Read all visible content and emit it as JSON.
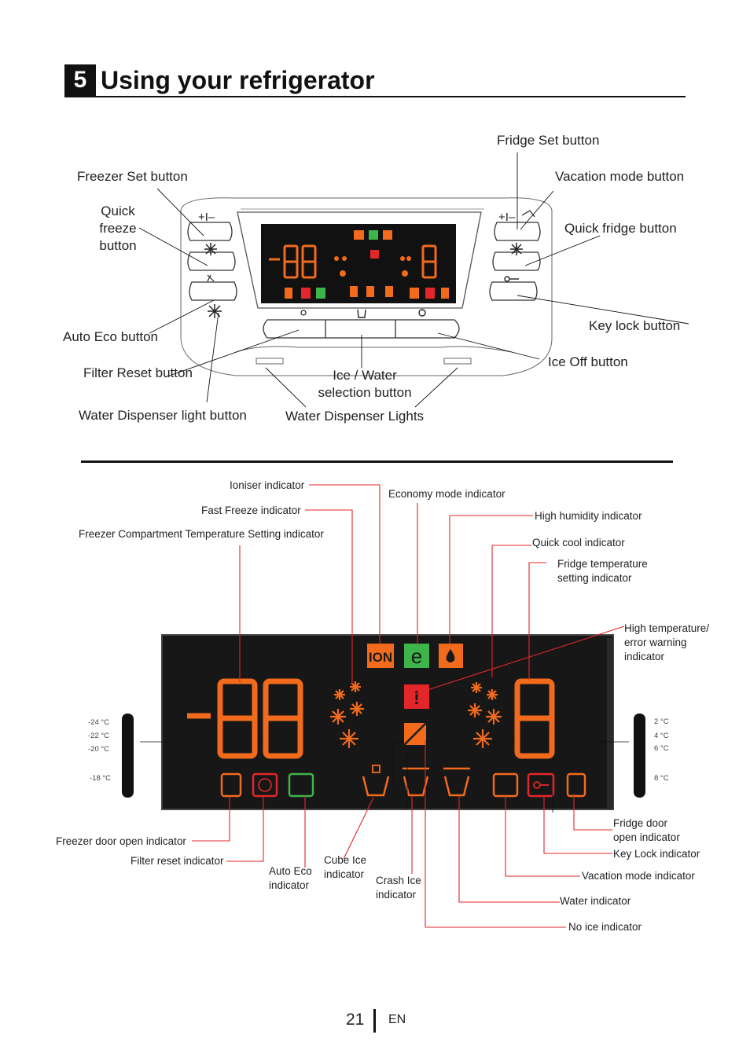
{
  "chapter": {
    "number": "5",
    "title": "Using your refrigerator"
  },
  "panel_labels": {
    "fridge_set": "Fridge Set button",
    "freezer_set": "Freezer Set button",
    "vacation": "Vacation mode button",
    "quick_freeze": "Quick\nfreeze\nbutton",
    "quick_fridge": "Quick fridge button",
    "key_lock": "Key lock button",
    "auto_eco": "Auto Eco button",
    "ice_off": "Ice Off button",
    "filter_reset": "Filter Reset button",
    "ice_water": "Ice / Water\nselection button",
    "water_light": "Water Dispenser light button",
    "water_lights": "Water Dispenser Lights"
  },
  "panel_glyphs": {
    "plus_minus_left": "+I–",
    "plus_minus_right": "+I–"
  },
  "display_labels": {
    "ioniser": "Ioniser indicator",
    "economy": "Economy mode indicator",
    "fast_freeze": "Fast Freeze indicator",
    "high_humidity": "High humidity indicator",
    "freezer_temp": "Freezer Compartment Temperature Setting indicator",
    "quick_cool": "Quick cool indicator",
    "fridge_temp": "Fridge temperature\nsetting indicator",
    "high_temp": "High temperature/\nerror warning\nindicator",
    "fridge_door": "Fridge door\nopen indicator",
    "key_lock_ind": "Key Lock indicator",
    "freezer_door": "Freezer door open indicator",
    "filter_reset_ind": "Filter reset indicator",
    "vacation_ind": "Vacation mode indicator",
    "cube_ice": "Cube Ice\nindicator",
    "auto_eco_ind": "Auto Eco\nindicator",
    "crash_ice": "Crash Ice\nindicator",
    "water_ind": "Water indicator",
    "no_ice": "No ice indicator"
  },
  "freezer_scale": [
    "-24 °C",
    "-22 °C",
    "-20 °C",
    "-18 °C"
  ],
  "fridge_scale": [
    "2 °C",
    "4 °C",
    "6 °C",
    "8 °C"
  ],
  "display_icons": {
    "ion": "ION",
    "eco": "e",
    "warn": "!"
  },
  "digits": {
    "freezer": "-88",
    "fridge": "8"
  },
  "footer": {
    "page": "21",
    "lang": "EN"
  },
  "colors": {
    "orange": "#f26b1d",
    "green": "#3db54a",
    "red": "#e3262a",
    "leader": "#e3262a",
    "display_bg": "#171717"
  }
}
